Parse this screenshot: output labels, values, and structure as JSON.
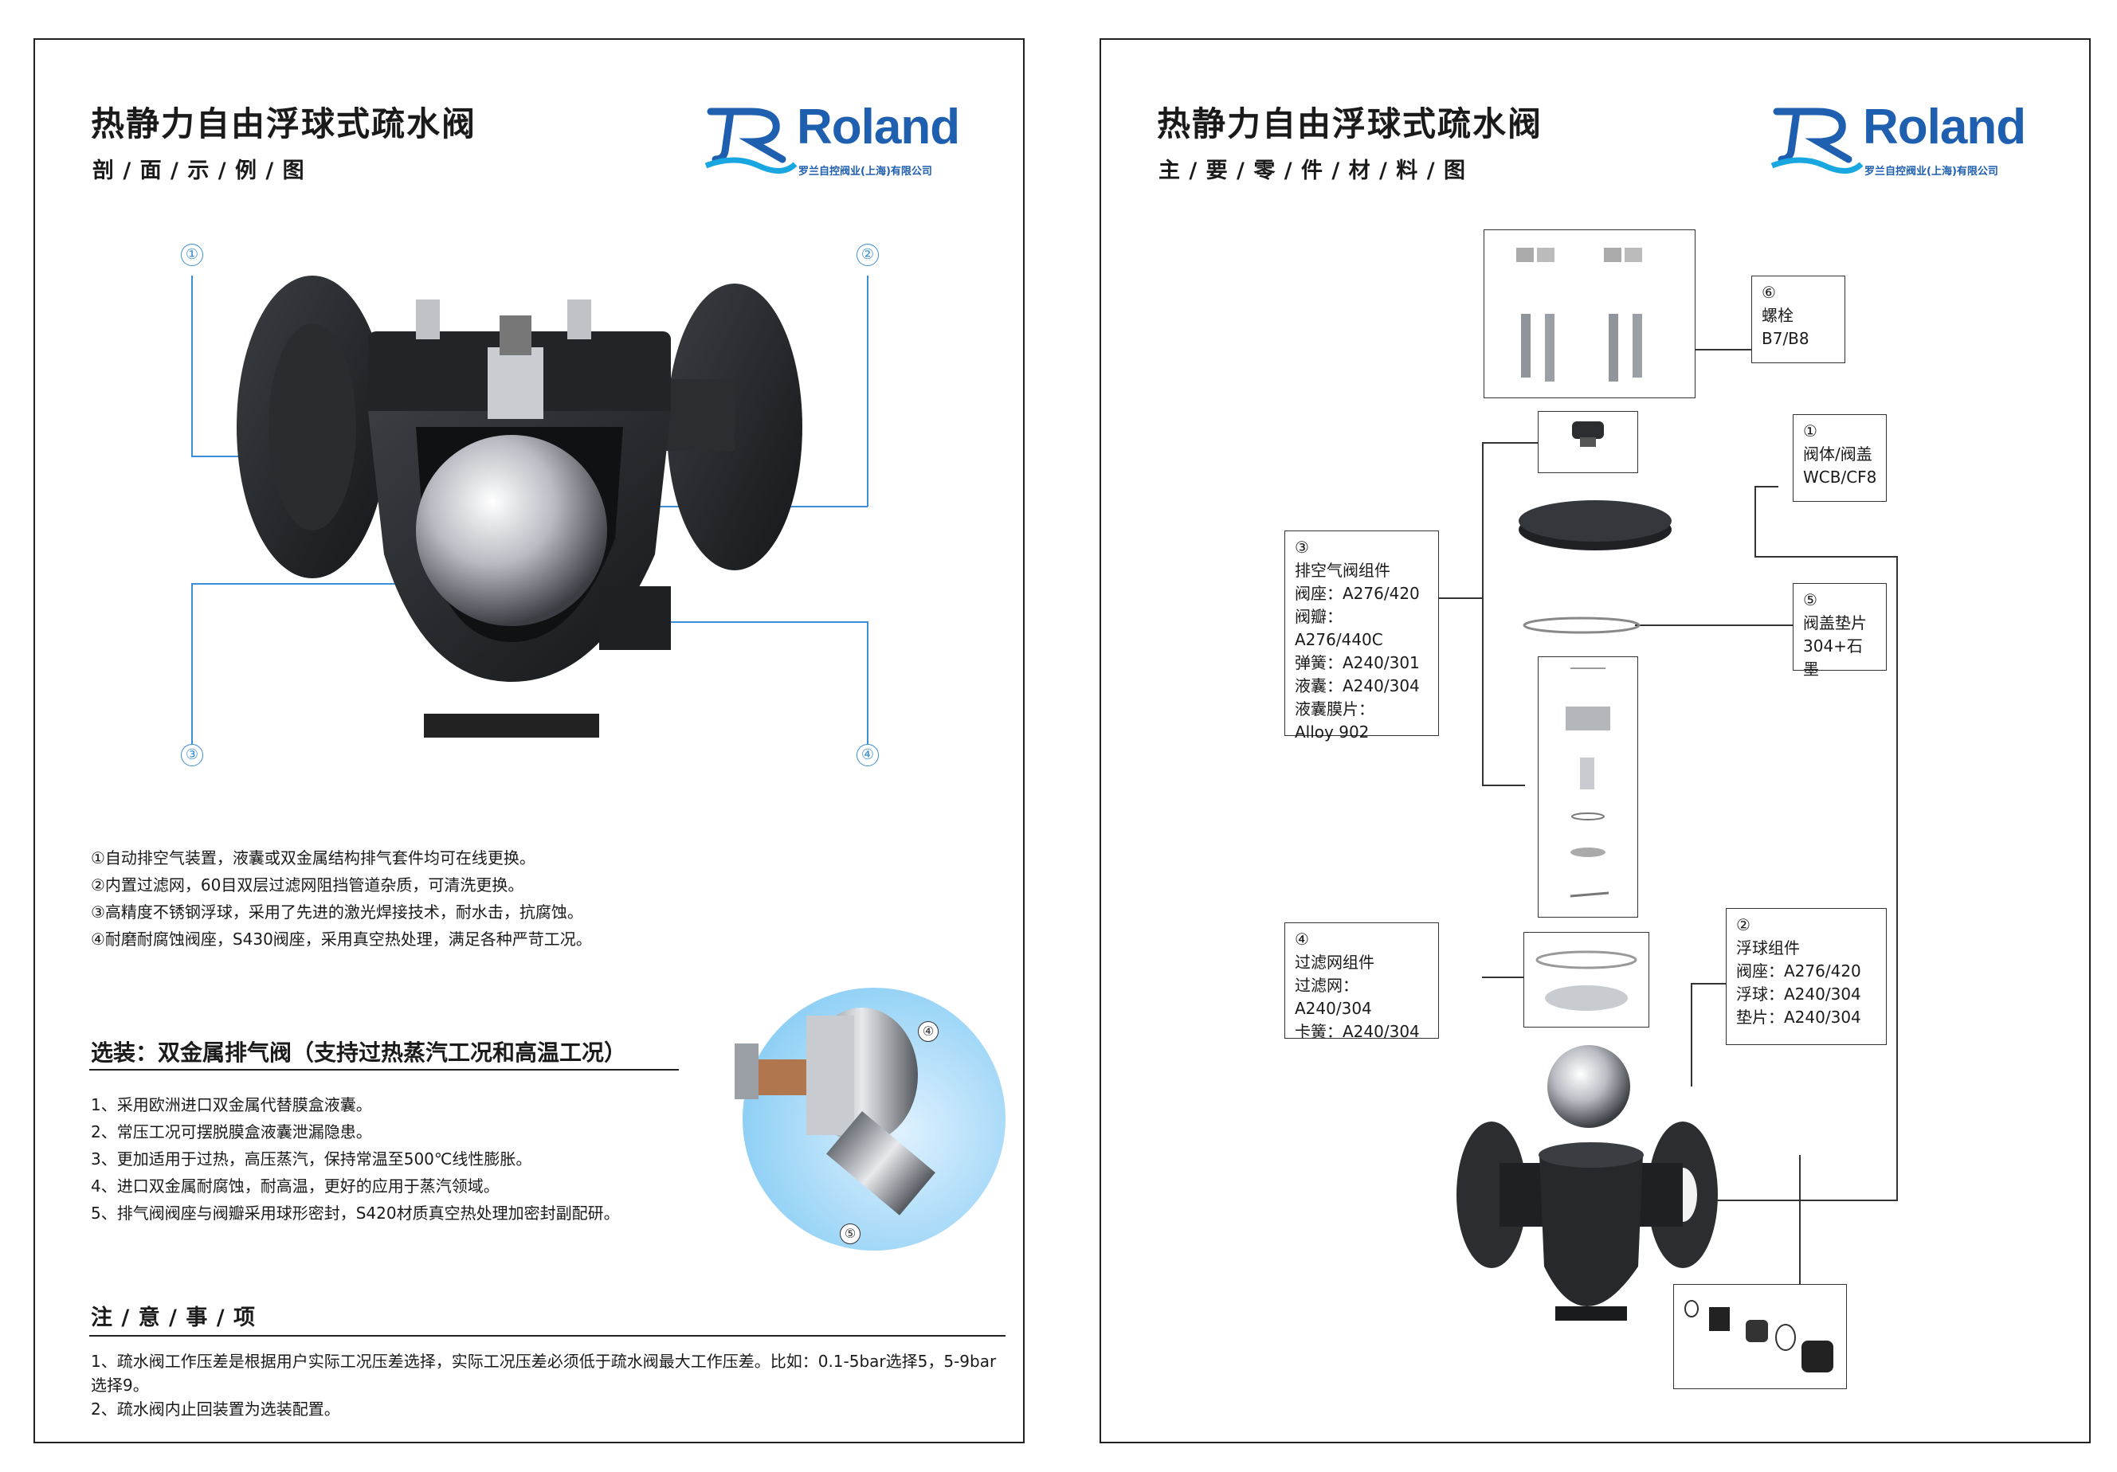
{
  "left": {
    "title": "热静力自由浮球式疏水阀",
    "subtitle": "剖 / 面 / 示 / 例 / 图",
    "callouts": [
      "①",
      "②",
      "③",
      "④"
    ],
    "features": [
      "①自动排空气装置，液囊或双金属结构排气套件均可在线更换。",
      "②内置过滤网，60目双层过滤网阻挡管道杂质，可清洗更换。",
      "③高精度不锈钢浮球，采用了先进的激光焊接技术，耐水击，抗腐蚀。",
      "④耐磨耐腐蚀阀座，S430阀座，采用真空热处理，满足各种严苛工况。"
    ],
    "option_title": "选装：双金属排气阀（支持过热蒸汽工况和高温工况）",
    "option_items": [
      "1、采用欧洲进口双金属代替膜盒液囊。",
      "2、常压工况可摆脱膜盒液囊泄漏隐患。",
      "3、更加适用于过热，高压蒸汽，保持常温至500℃线性膨胀。",
      "4、进口双金属耐腐蚀，耐高温，更好的应用于蒸汽领域。",
      "5、排气阀阀座与阀瓣采用球形密封，S420材质真空热处理加密封副配研。"
    ],
    "option_callouts": [
      "④",
      "⑤"
    ],
    "notice_title": "注 / 意 / 事 / 项",
    "notice_items": [
      "1、疏水阀工作压差是根据用户实际工况压差选择，实际工况压差必须低于疏水阀最大工作压差。比如：0.1-5bar选择5，5-9bar选择9。",
      "2、疏水阀内止回装置为选装配置。"
    ]
  },
  "right": {
    "title": "热静力自由浮球式疏水阀",
    "subtitle": "主 / 要 / 零 / 件 / 材 / 料 / 图",
    "parts": {
      "bolt": {
        "num": "⑥",
        "lines": [
          "螺栓",
          "B7/B8"
        ]
      },
      "body": {
        "num": "①",
        "lines": [
          "阀体/阀盖",
          "WCB/CF8"
        ]
      },
      "gasket": {
        "num": "⑤",
        "lines": [
          "阀盖垫片",
          "304+石墨"
        ]
      },
      "vent": {
        "num": "③",
        "lines": [
          "排空气阀组件",
          "阀座：A276/420",
          "阀瓣：A276/440C",
          "弹簧：A240/301",
          "液囊：A240/304",
          "液囊膜片：",
          "Alloy 902"
        ]
      },
      "float": {
        "num": "②",
        "lines": [
          "浮球组件",
          "阀座：A276/420",
          "浮球：A240/304",
          "垫片：A240/304"
        ]
      },
      "strainer": {
        "num": "④",
        "lines": [
          "过滤网组件",
          "过滤网：A240/304",
          "卡簧：A240/304"
        ]
      }
    }
  },
  "logo": {
    "brand": "Roland",
    "company": "罗兰自控阀业(上海)有限公司"
  },
  "colors": {
    "brand_blue": "#1f5fb0",
    "callout_blue": "#3a8fd6",
    "logo_cyan": "#18a7e0"
  }
}
